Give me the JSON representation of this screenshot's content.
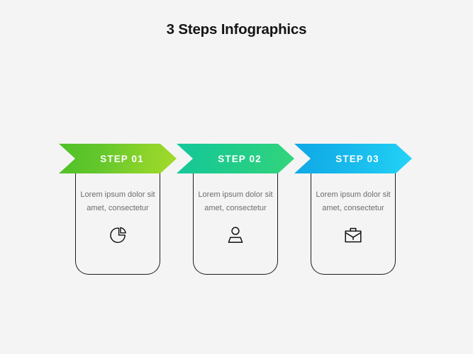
{
  "page": {
    "title": "3 Steps Infographics",
    "background_color": "#f4f4f4"
  },
  "steps": [
    {
      "label": "STEP 01",
      "description": "Lorem ipsum dolor sit amet, consectetur",
      "icon": "pie-chart-icon",
      "gradient_from": "#4fc028",
      "gradient_to": "#a4da2a"
    },
    {
      "label": "STEP 02",
      "description": "Lorem ipsum dolor sit amet, consectetur",
      "icon": "user-icon",
      "gradient_from": "#14c79a",
      "gradient_to": "#33d67a"
    },
    {
      "label": "STEP 03",
      "description": "Lorem ipsum dolor sit amet, consectetur",
      "icon": "briefcase-icon",
      "gradient_from": "#0fa8e6",
      "gradient_to": "#24d4f7"
    }
  ]
}
